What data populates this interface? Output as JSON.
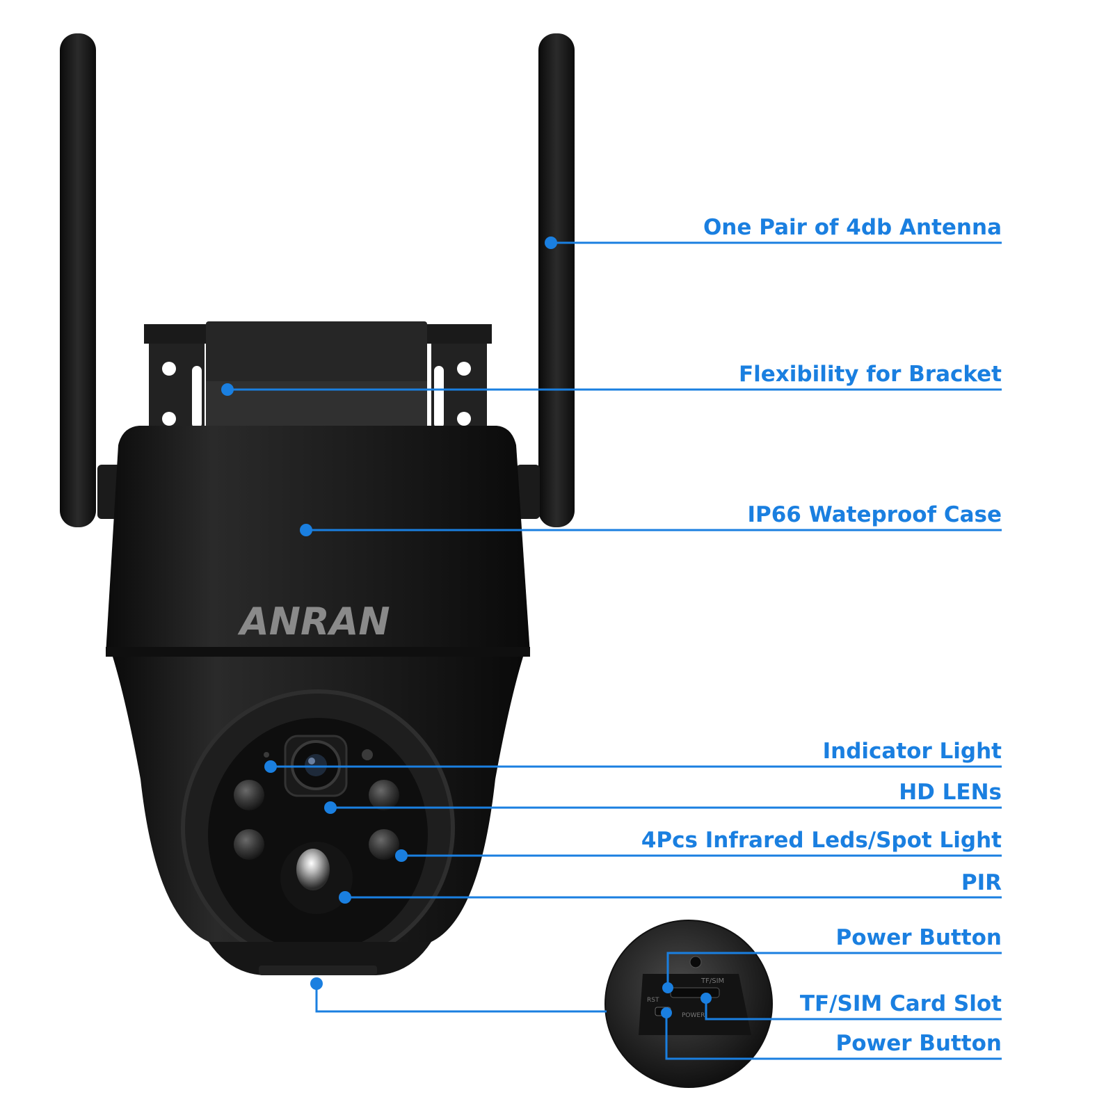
{
  "brand": {
    "logo_text": "ANRAN"
  },
  "inset": {
    "slot_text": "TF/SIM",
    "rst_text": "RST",
    "power_text": "POWER"
  },
  "callouts": [
    {
      "id": "antenna",
      "label": "One Pair of 4db Antenna"
    },
    {
      "id": "bracket",
      "label": "Flexibility for Bracket"
    },
    {
      "id": "case",
      "label": "IP66 Wateproof Case"
    },
    {
      "id": "indicator",
      "label": "Indicator Light"
    },
    {
      "id": "lens",
      "label": "HD LENs"
    },
    {
      "id": "infrared",
      "label": "4Pcs Infrared Leds/Spot Light"
    },
    {
      "id": "pir",
      "label": "PIR"
    },
    {
      "id": "power-top",
      "label": "Power Button"
    },
    {
      "id": "slot",
      "label": "TF/SIM Card Slot"
    },
    {
      "id": "power-bottom",
      "label": "Power Button"
    }
  ],
  "colors": {
    "accent": "#1a7fe0",
    "body": "#161616",
    "background": "#ffffff"
  }
}
